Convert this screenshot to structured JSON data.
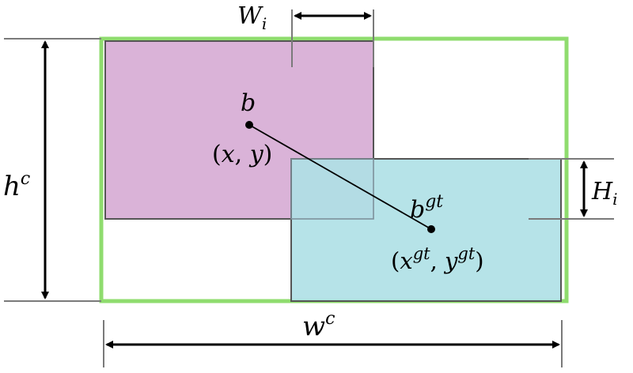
{
  "labels": {
    "width_intersection": {
      "base": "W",
      "sub": "i"
    },
    "height_intersection": {
      "base": "H",
      "sub": "i"
    },
    "enclosing_height": {
      "base": "h",
      "sup": "c"
    },
    "enclosing_width": {
      "base": "w",
      "sup": "c"
    },
    "pred_box": "b",
    "pred_center": {
      "open": "(",
      "x": "x",
      "comma": ", ",
      "y": "y",
      "close": ")"
    },
    "gt_box": {
      "base": "b",
      "sup": "gt"
    },
    "gt_center": {
      "open": "(",
      "x": "x",
      "x_sup": "gt",
      "comma": ", ",
      "y": "y",
      "y_sup": "gt",
      "close": ")"
    }
  },
  "colors": {
    "enclosing_border": "#8fdc6e",
    "pred_fill": "#dab3d8",
    "pred_stroke": "#555555",
    "gt_fill": "#aee0e6",
    "gt_stroke": "#555555",
    "arrow": "#000000",
    "guide_line": "#7a7a7a"
  }
}
